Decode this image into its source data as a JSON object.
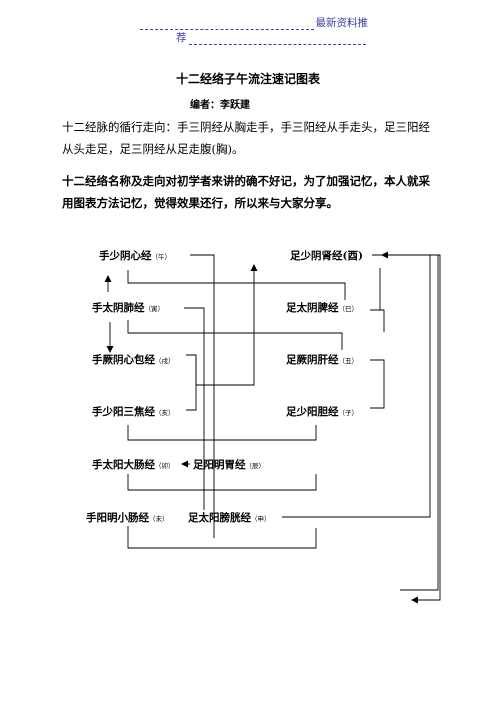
{
  "header": {
    "line1": "最新资料推",
    "line2": "荐"
  },
  "title": "十二经络子午流注速记图表",
  "author": "编者：李跃建",
  "paragraphs": [
    "十二经脉的循行走向：手三阴经从胸走手，手三阳经从手走头，足三阳经从头走足，足三阴经从足走腹(胸)。",
    "十二经络名称及走向对初学者来讲的确不好记，为了加强记忆，本人就采用图表方法记忆，觉得效果还行，所以来与大家分享。"
  ],
  "meridians": {
    "heart": {
      "name": "手少阴心经",
      "branch": "（午）"
    },
    "kidney": {
      "name": "足少阴肾经(酉)",
      "branch": ""
    },
    "lung": {
      "name": "手太阴肺经",
      "branch": "（寅）"
    },
    "spleen": {
      "name": "足太阴脾经",
      "branch": "（巳）"
    },
    "pericardium": {
      "name": "手厥阴心包经",
      "branch": "（戌）"
    },
    "liver": {
      "name": "足厥阴肝经",
      "branch": "（丑）"
    },
    "sanjiao": {
      "name": "手少阳三焦经",
      "branch": "（亥）"
    },
    "gallbladder": {
      "name": "足少阳胆经",
      "branch": "（子）"
    },
    "small_intestine_top": {
      "name": "手太阳大肠经",
      "branch": "（卯）"
    },
    "stomach": {
      "name": "足阳明胃经",
      "branch": "（辰）"
    },
    "large_intestine_bottom": {
      "name": "手阳明小肠经",
      "branch": "（未）"
    },
    "bladder": {
      "name": "足太阳膀胱经",
      "branch": "（申）"
    }
  }
}
